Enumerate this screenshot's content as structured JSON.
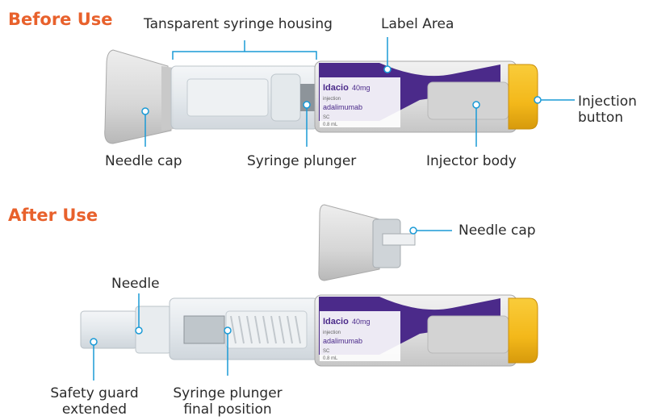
{
  "sections": {
    "before": "Before Use",
    "after": "After Use"
  },
  "labels": {
    "housing": "Tansparent syringe housing",
    "label_area": "Label Area",
    "injection_button_1": "Injection",
    "injection_button_2": "button",
    "needle_cap_top": "Needle cap",
    "syringe_plunger": "Syringe plunger",
    "injector_body": "Injector body",
    "needle_cap_after": "Needle cap",
    "needle": "Needle",
    "safety_guard_1": "Safety guard",
    "safety_guard_2": "extended",
    "plunger_final_1": "Syringe plunger",
    "plunger_final_2": "final position"
  },
  "product_label": {
    "brand": "Idacio",
    "dose": "40mg",
    "route": "injection",
    "drug": "adalimumab",
    "sc": "SC",
    "volume": "0.8 mL"
  },
  "colors": {
    "accent": "#1a9ad6",
    "section_heading": "#e8612c",
    "purple": "#4b2a8a",
    "button_yellow": "#f3b81a",
    "body_grey": "#dcdcdc",
    "cap_grey": "#d9d9d9"
  }
}
